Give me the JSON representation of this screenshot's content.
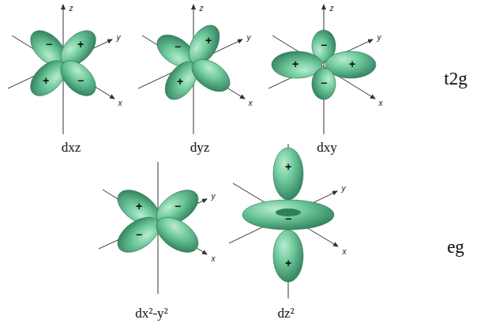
{
  "diagram": {
    "labels": [
      "dxz",
      "dyz",
      "dxy",
      "t2g",
      "dx²-y²",
      "dz²",
      "eg",
      "z",
      "y",
      "x",
      "z",
      "y",
      "x",
      "z",
      "y",
      "x",
      "y",
      "x",
      "y",
      "x",
      "−",
      "+",
      "+",
      "−",
      "−",
      "+",
      "+",
      "−",
      "+",
      "+",
      "−",
      "+",
      "−",
      "−",
      "+",
      "−",
      "+"
    ]
  }
}
